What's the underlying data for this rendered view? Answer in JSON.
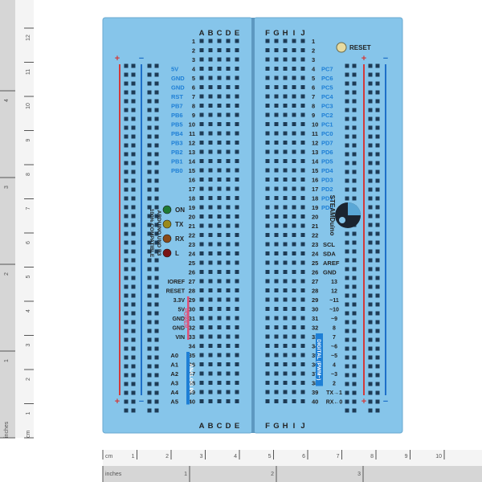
{
  "board": {
    "columns_left": [
      "A",
      "B",
      "C",
      "D",
      "E"
    ],
    "columns_right": [
      "F",
      "G",
      "H",
      "I",
      "J"
    ],
    "row_count": 40,
    "reset_label": "RESET",
    "brand": "STEAMDuino",
    "compat_line1": "ARDUINO UNO R3",
    "compat_line2": "100% COMPATIBLE",
    "leds": [
      {
        "label": "ON",
        "color": "#1f7a35"
      },
      {
        "label": "TX",
        "color": "#9a8a1a"
      },
      {
        "label": "RX",
        "color": "#8a4a18"
      },
      {
        "label": "L",
        "color": "#7a1515"
      }
    ],
    "left_pins_top": [
      "5V",
      "GND",
      "GND",
      "RST",
      "PB7",
      "PB6",
      "PB5",
      "PB4",
      "PB3",
      "PB2",
      "PB1",
      "PB0"
    ],
    "power_pins": [
      "IOREF",
      "RESET",
      "3.3V",
      "5V",
      "GND",
      "GND",
      "VIN"
    ],
    "power_header": "POWER",
    "analog_pins": [
      "A0",
      "A1",
      "A2",
      "A3",
      "A4",
      "A5"
    ],
    "analog_header": "ANALOG IN",
    "right_pins_top": [
      "PC7",
      "PC6",
      "PC5",
      "PC4",
      "PC3",
      "PC2",
      "PC1",
      "PC0"
    ],
    "right_pins_mid": [
      "PD7",
      "PD6",
      "PD5",
      "PD4",
      "PD3",
      "PD2",
      "PD1",
      "PD0"
    ],
    "right_pins_comm": [
      "SCL",
      "SDA",
      "AREF",
      "GND"
    ],
    "digital_pins": [
      "13",
      "12",
      "~11",
      "~10",
      "~9",
      "8",
      "7",
      "~6",
      "~5",
      "4",
      "~3",
      "2",
      "TX→1",
      "RX←0"
    ],
    "digital_header": "DIGITAL (PWM~)",
    "rail_plus": "+",
    "rail_minus": "−",
    "colors": {
      "board": "#86c5ea",
      "board_edge": "#6aa9d0",
      "hole": "#1d3b55",
      "text_dark": "#222222",
      "text_blue": "#1e7fd6",
      "rail_red": "#d23a3a",
      "rail_blue": "#1e6fc8",
      "power_bar": "#e05078",
      "analog_bar": "#1e7fd6"
    }
  },
  "ruler_bottom": {
    "cm_label": "cm",
    "inches_label": "inches",
    "cm_ticks": [
      "1",
      "2",
      "3",
      "4",
      "5",
      "6",
      "7",
      "8",
      "9",
      "10"
    ],
    "inch_ticks": [
      "1",
      "2",
      "3"
    ]
  },
  "ruler_left": {
    "cm_label": "cm",
    "inches_label": "inches",
    "cm_ticks": [
      "1",
      "2",
      "3",
      "4",
      "5",
      "6",
      "7",
      "8",
      "9",
      "10",
      "11",
      "12"
    ],
    "inch_ticks": [
      "1",
      "2",
      "3",
      "4"
    ]
  }
}
